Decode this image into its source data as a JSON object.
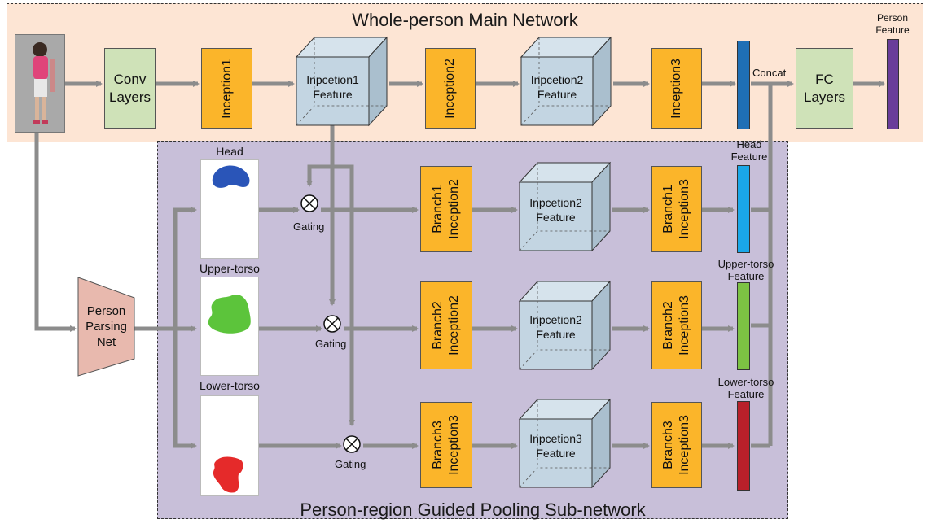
{
  "titles": {
    "main": "Whole-person Main Network",
    "sub": "Person-region Guided Pooling Sub-network"
  },
  "main_network": {
    "conv": [
      "Conv",
      "Layers"
    ],
    "inception1": "Inception1",
    "inception1_feature": [
      "Inpcetion1",
      "Feature"
    ],
    "inception2": "Inception2",
    "inception2_feature": [
      "Inpcetion2",
      "Feature"
    ],
    "inception3": "Inception3",
    "concat": "Concat",
    "fc": [
      "FC",
      "Layers"
    ],
    "person_feature": [
      "Person",
      "Feature"
    ]
  },
  "parsing": [
    "Person",
    "Parsing",
    "Net"
  ],
  "regions": [
    {
      "mask_label": "Head",
      "gating": "Gating",
      "branch": [
        "Branch1",
        "Inception2"
      ],
      "feature": [
        "Inpcetion2",
        "Feature"
      ],
      "branch3": [
        "Branch1",
        "Inception3"
      ],
      "out_label": [
        "Head",
        "Feature"
      ],
      "mask_color": "#2a55b8",
      "bar_color": "#1aa7e8"
    },
    {
      "mask_label": "Upper-torso",
      "gating": "Gating",
      "branch": [
        "Branch2",
        "Inception2"
      ],
      "feature": [
        "Inpcetion2",
        "Feature"
      ],
      "branch3": [
        "Branch2",
        "Inception3"
      ],
      "out_label": [
        "Upper-torso",
        "Feature"
      ],
      "mask_color": "#5cc43b",
      "bar_color": "#7cc243"
    },
    {
      "mask_label": "Lower-torso",
      "gating": "Gating",
      "branch": [
        "Branch3",
        "Inception3"
      ],
      "feature": [
        "Inpcetion3",
        "Feature"
      ],
      "branch3": [
        "Branch3",
        "Inception3"
      ],
      "out_label": [
        "Lower-torso",
        "Feature"
      ],
      "mask_color": "#e52a2a",
      "bar_color": "#b8202a"
    }
  ],
  "colors": {
    "main_bg": "#fde5d4",
    "sub_bg": "#c8bfd9",
    "orange": "#fbb52a",
    "green": "#cfe2b8",
    "cube": "#c3d5e2",
    "arrow": "#8c8c8c",
    "main_bar": "#1f6fb5",
    "person_bar": "#6a3d9a"
  }
}
